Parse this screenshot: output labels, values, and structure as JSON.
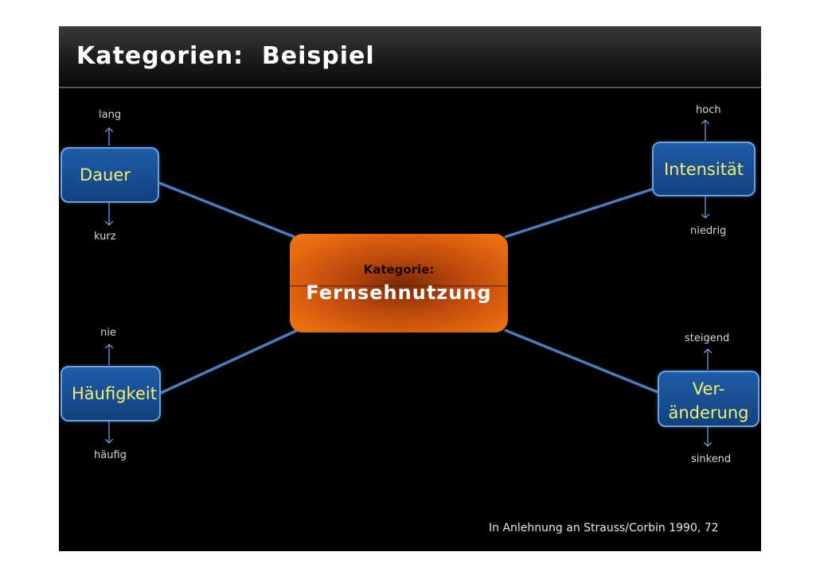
{
  "slide": {
    "title": "Kategorien:  Beispiel",
    "source": "In Anlehnung an Strauss/Corbin 1990, 72"
  },
  "center": {
    "subtitle": "Kategorie:",
    "label": "Fernsehnutzung"
  },
  "dimensions": [
    {
      "label": "Dauer",
      "top": "lang",
      "bottom": "kurz"
    },
    {
      "label": "Intensität",
      "top": "hoch",
      "bottom": "niedrig"
    },
    {
      "label": "Häufigkeit",
      "top": "nie",
      "bottom": "häufig"
    },
    {
      "label_line1": "Ver-",
      "label_line2": "änderung",
      "top": "steigend",
      "bottom": "sinkend"
    }
  ],
  "colors": {
    "box_fill": "#1a4f93",
    "box_border": "#6fa0dd",
    "box_text": "#f4ee6e",
    "center_fill": "#e86a10",
    "connector": "#4a7cc0",
    "background": "#000000"
  }
}
